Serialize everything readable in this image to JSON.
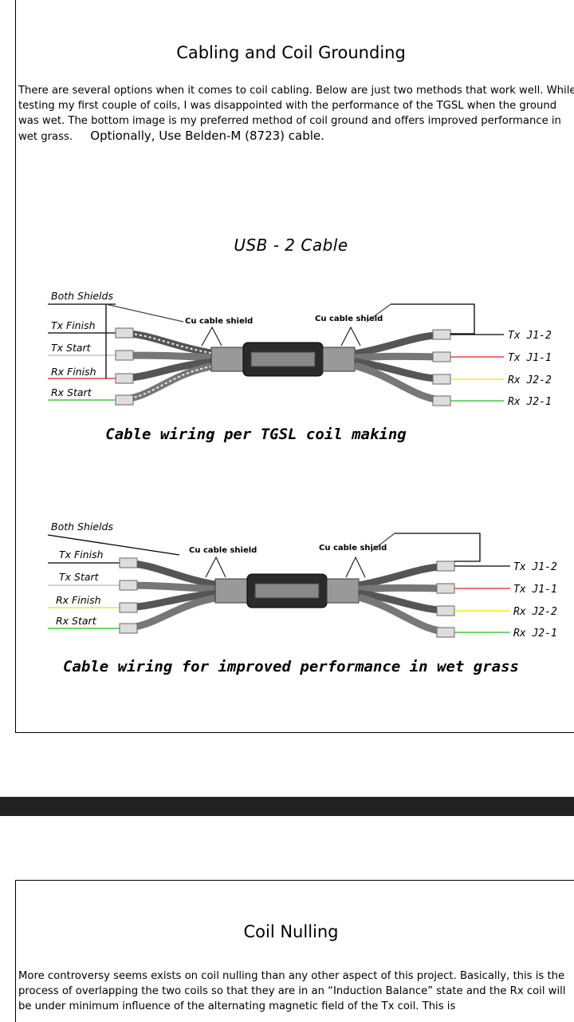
{
  "section1": {
    "title": "Cabling and Coil Grounding",
    "paragraph_main": "There are several options when it comes to coil cabling. Below are just two methods that work well. While testing my first couple of coils, I was disappointed with the performance of the TGSL when the ground was wet.  The bottom image is  my preferred method of coil ground and offers improved performance in wet grass.",
    "paragraph_note": "Optionally, Use Belden-M (8723)  cable.",
    "diagram_title": "USB - 2 Cable",
    "diagram1": {
      "left_labels": [
        "Both Shields",
        "Tx Finish",
        "Tx Start",
        "Rx Finish",
        "Rx Start"
      ],
      "shield_labels": [
        "Cu cable shield",
        "Cu cable shield"
      ],
      "right_labels": [
        "Tx J1-2",
        "Tx J1-1",
        "Rx J2-2",
        "Rx J2-1"
      ],
      "caption": "Cable wiring per TGSL coil making"
    },
    "diagram2": {
      "left_labels": [
        "Both Shields",
        "Tx Finish",
        "Tx Start",
        "Rx Finish",
        "Rx Start"
      ],
      "shield_labels": [
        "Cu cable shield",
        "Cu cable shield"
      ],
      "right_labels": [
        "Tx J1-2",
        "Tx J1-1",
        "Rx J2-2",
        "Rx J2-1"
      ],
      "caption": "Cable wiring for improved performance in wet grass"
    },
    "wire_colors": {
      "black": "#000000",
      "white": "#cccccc",
      "red": "#e02020",
      "yellow": "#f0e000",
      "green": "#22bb22"
    }
  },
  "section2": {
    "title": "Coil Nulling",
    "paragraph": "More controversy seems exists on coil nulling  than any other aspect of this project.  Basically, this is the process of overlapping the two coils so that they are in an “Induction Balance” state and the Rx coil will be under  minimum influence of the  alternating magnetic field of the Tx coil.  This is"
  }
}
